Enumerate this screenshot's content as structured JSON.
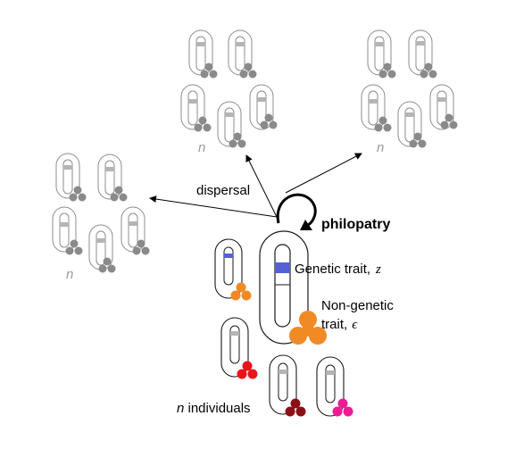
{
  "labels": {
    "dispersal": "dispersal",
    "philopatry": "philopatry",
    "genetic_trait": "Genetic trait,",
    "genetic_symbol": "z",
    "nongenetic_line1": "Non-genetic",
    "nongenetic_line2": "trait,",
    "nongenetic_symbol": "ϵ",
    "n_italic": "n",
    "individuals_text": " individuals",
    "patch_n_left": "n",
    "patch_n_top": "n",
    "patch_n_right": "n"
  },
  "colors": {
    "gray_outline": "#8c8c8c",
    "gray_blob": "#8a8a8a",
    "black_outline": "#1a1a1a",
    "genetic_blue": "#5560d8",
    "band_gray": "#b4b4b4",
    "orange": "#f08a24",
    "red": "#e8141c",
    "dark_red": "#8b1016",
    "magenta": "#ee1c94",
    "arrow": "#000000"
  }
}
